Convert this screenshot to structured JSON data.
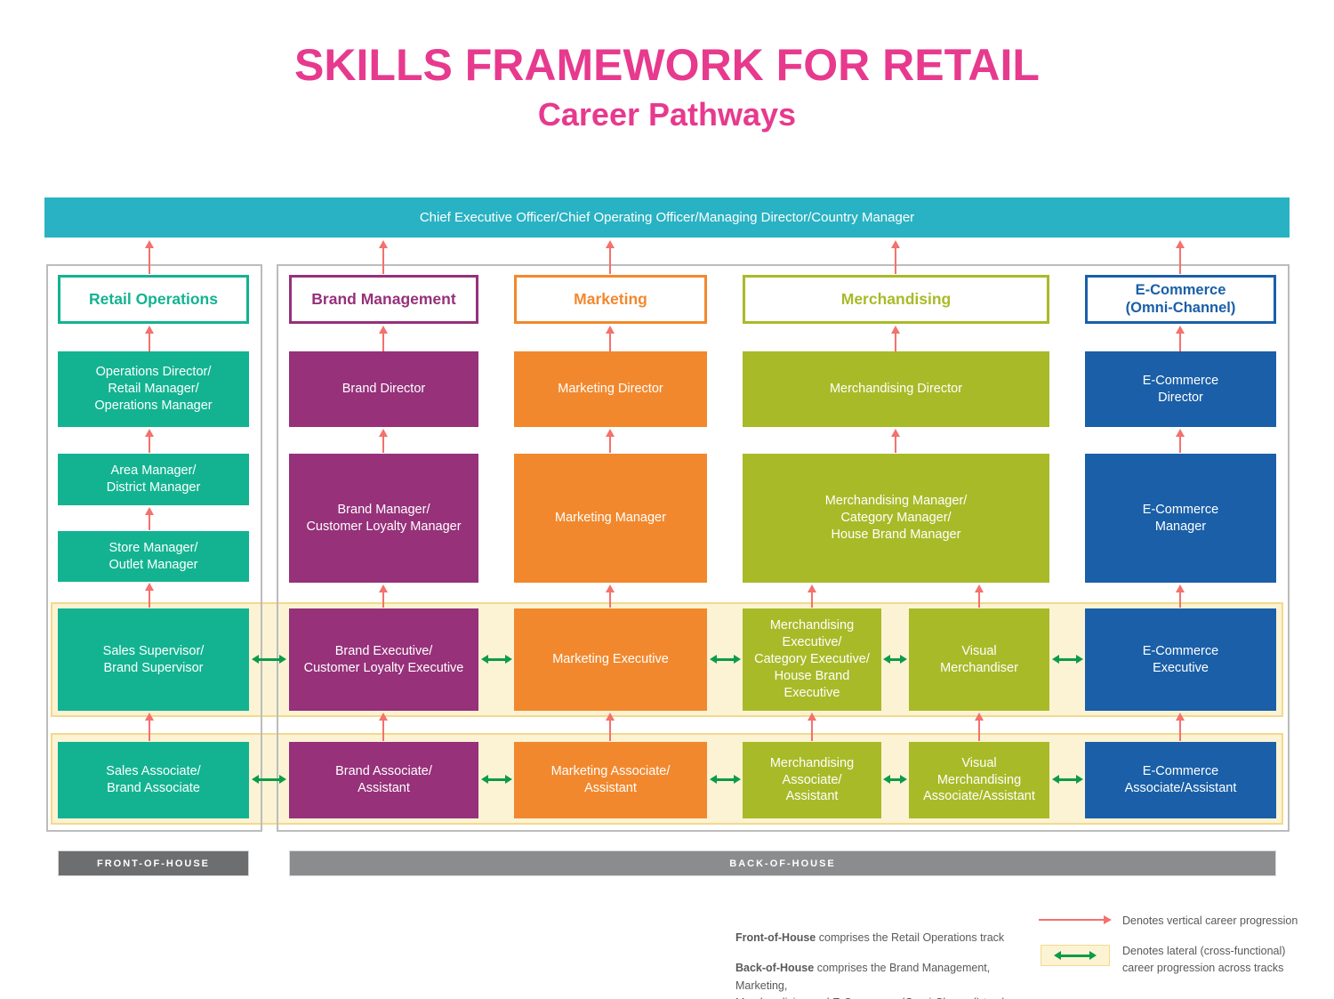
{
  "title": "SKILLS FRAMEWORK FOR RETAIL",
  "subtitle": "Career Pathways",
  "ceo_bar": {
    "label": "Chief Executive Officer/Chief Operating Officer/Managing Director/Country Manager"
  },
  "columns": [
    {
      "header": "Retail Operations",
      "boxes": [
        "Operations Director/\nRetail Manager/\nOperations Manager",
        "Area Manager/\nDistrict Manager",
        "Store Manager/\nOutlet Manager",
        "Sales Supervisor/\nBrand Supervisor",
        "Sales Associate/\nBrand Associate"
      ]
    },
    {
      "header": "Brand Management",
      "boxes": [
        "Brand Director",
        "Brand Manager/\nCustomer Loyalty Manager",
        "Brand Executive/\nCustomer Loyalty Executive",
        "Brand Associate/\nAssistant"
      ]
    },
    {
      "header": "Marketing",
      "boxes": [
        "Marketing Director",
        "Marketing Manager",
        "Marketing Executive",
        "Marketing Associate/\nAssistant"
      ]
    },
    {
      "header": "Merchandising",
      "boxes": [
        "Merchandising Director",
        "Merchandising Manager/\nCategory Manager/\nHouse Brand Manager",
        "Merchandising\nExecutive/\nCategory Executive/\nHouse Brand\nExecutive",
        "Visual\nMerchandiser",
        "Merchandising\nAssociate/\nAssistant",
        "Visual\nMerchandising\nAssociate/Assistant"
      ]
    },
    {
      "header": "E-Commerce\n(Omni-Channel)",
      "boxes": [
        "E-Commerce\nDirector",
        "E-Commerce\nManager",
        "E-Commerce\nExecutive",
        "E-Commerce\nAssociate/Assistant"
      ]
    }
  ],
  "house_bars": {
    "front": "FRONT-OF-HOUSE",
    "back": "BACK-OF-HOUSE"
  },
  "legend": {
    "front_bold": "Front-of-House",
    "front_rest": " comprises the Retail Operations track",
    "back_bold": "Back-of-House",
    "back_rest": " comprises the Brand Management, Marketing,\nMerchandising and E-Commerce (Omni-Channel) tracks",
    "vertical_label": "Denotes vertical career progression",
    "lateral_label": "Denotes lateral (cross-functional)\ncareer progression across tracks"
  },
  "colors": {
    "magenta": "#e73a8e",
    "tealbar": "#29b2c3",
    "teal": "#13b391",
    "purple": "#96317a",
    "orange": "#f2882d",
    "olive": "#a9ba28",
    "blue": "#1a5fa8",
    "pink": "#f4716c",
    "green": "#0c9b48",
    "bandfill": "#fbf3d4",
    "bandborder": "#f3d98b",
    "containerborder": "#bcbcbc",
    "frontgray": "#6d6e70",
    "backgray": "#8a8c8e",
    "legendtext": "#58595b"
  }
}
